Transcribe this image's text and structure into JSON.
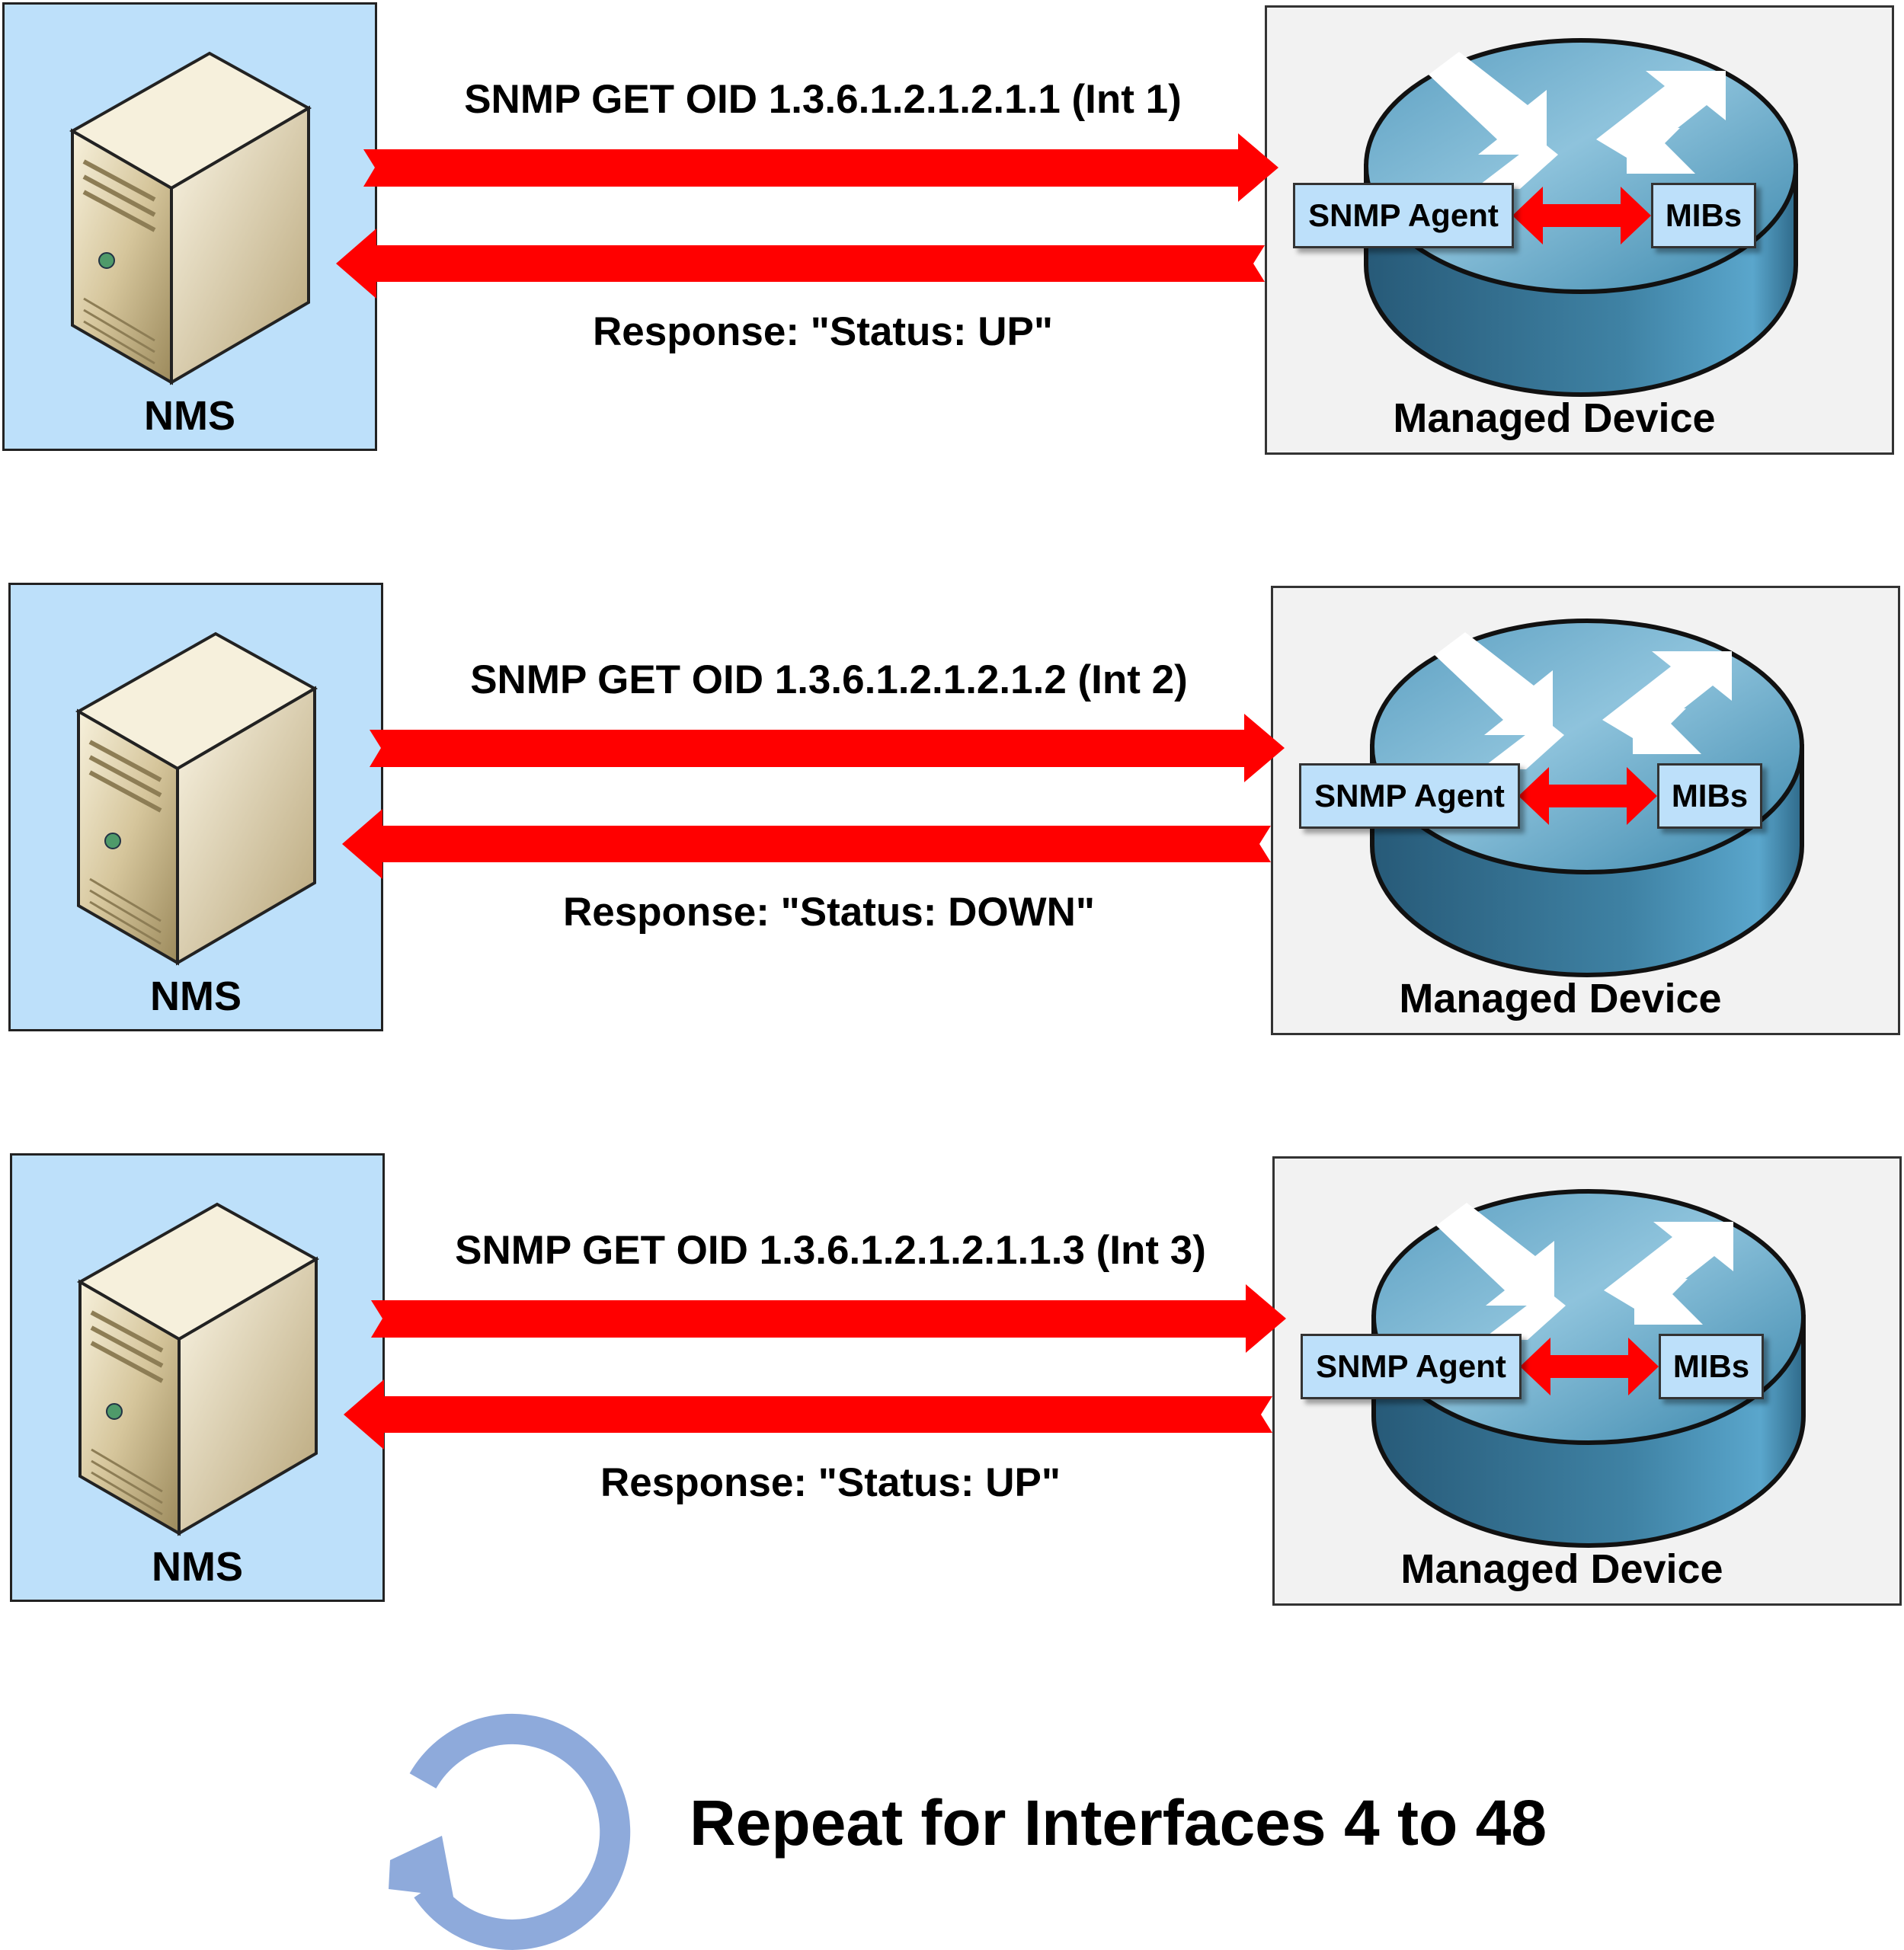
{
  "colors": {
    "arrow": "#ff0000",
    "nms_bg": "#bde0fa",
    "device_bg": "#f2f2f2",
    "router": "#3d86a8",
    "repeat_icon": "#8eaadb"
  },
  "rows": [
    {
      "nms_label": "NMS",
      "request": "SNMP GET OID 1.3.6.1.2.1.2.1.1 (Int 1)",
      "response": "Response: \"Status: UP\"",
      "agent": "SNMP Agent",
      "mibs": "MIBs",
      "device_label": "Managed Device"
    },
    {
      "nms_label": "NMS",
      "request": "SNMP GET OID 1.3.6.1.2.1.2.1.2 (Int 2)",
      "response": "Response: \"Status: DOWN\"",
      "agent": "SNMP Agent",
      "mibs": "MIBs",
      "device_label": "Managed Device"
    },
    {
      "nms_label": "NMS",
      "request": "SNMP GET OID 1.3.6.1.2.1.2.1.1.3 (Int 3)",
      "response": "Response: \"Status: UP\"",
      "agent": "SNMP Agent",
      "mibs": "MIBs",
      "device_label": "Managed Device"
    }
  ],
  "footer": {
    "icon": "repeat-cycle-icon",
    "text": "Repeat for Interfaces 4 to 48"
  }
}
